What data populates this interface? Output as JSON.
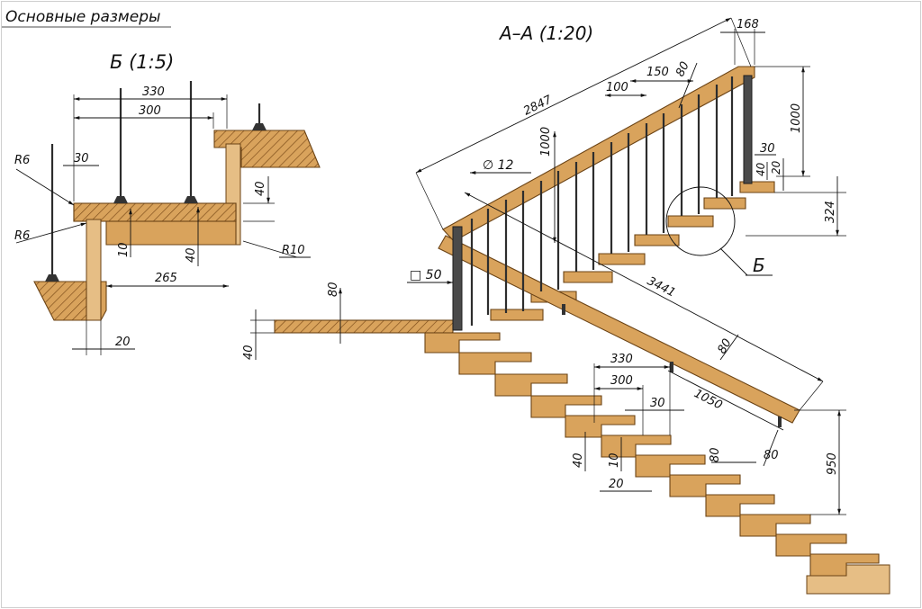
{
  "title": "Основные размеры",
  "section_title": "А–А (1:20)",
  "detail_title": "Б (1:5)",
  "detail_marker": "Б",
  "colors": {
    "wood": "#d9a35c",
    "wood_dark": "#6b4315",
    "metal": "#3c3c3c",
    "line": "#111111"
  },
  "detail_dims": {
    "d330": "330",
    "d300": "300",
    "d265": "265",
    "d30": "30",
    "d40a": "40",
    "d40b": "40",
    "d10": "10",
    "d20": "20",
    "r6a": "R6",
    "r6b": "R6",
    "r10": "R10"
  },
  "main_dims": {
    "d2847": "2847",
    "d168": "168",
    "d1000a": "1000",
    "d1000b": "1000",
    "d150": "150",
    "d100": "100",
    "d80a": "80",
    "d30a": "30",
    "d40a": "40",
    "d20a": "20",
    "d324": "324",
    "dia12": "∅ 12",
    "sq50": "□ 50",
    "d3441": "3441",
    "d80b": "80",
    "d1050": "1050",
    "d80c": "80",
    "d950": "950",
    "d330": "330",
    "d300": "300",
    "d30b": "30",
    "d40b": "40",
    "d10": "10",
    "d20b": "20",
    "d80d": "80",
    "d80e": "80",
    "d40c": "40"
  }
}
